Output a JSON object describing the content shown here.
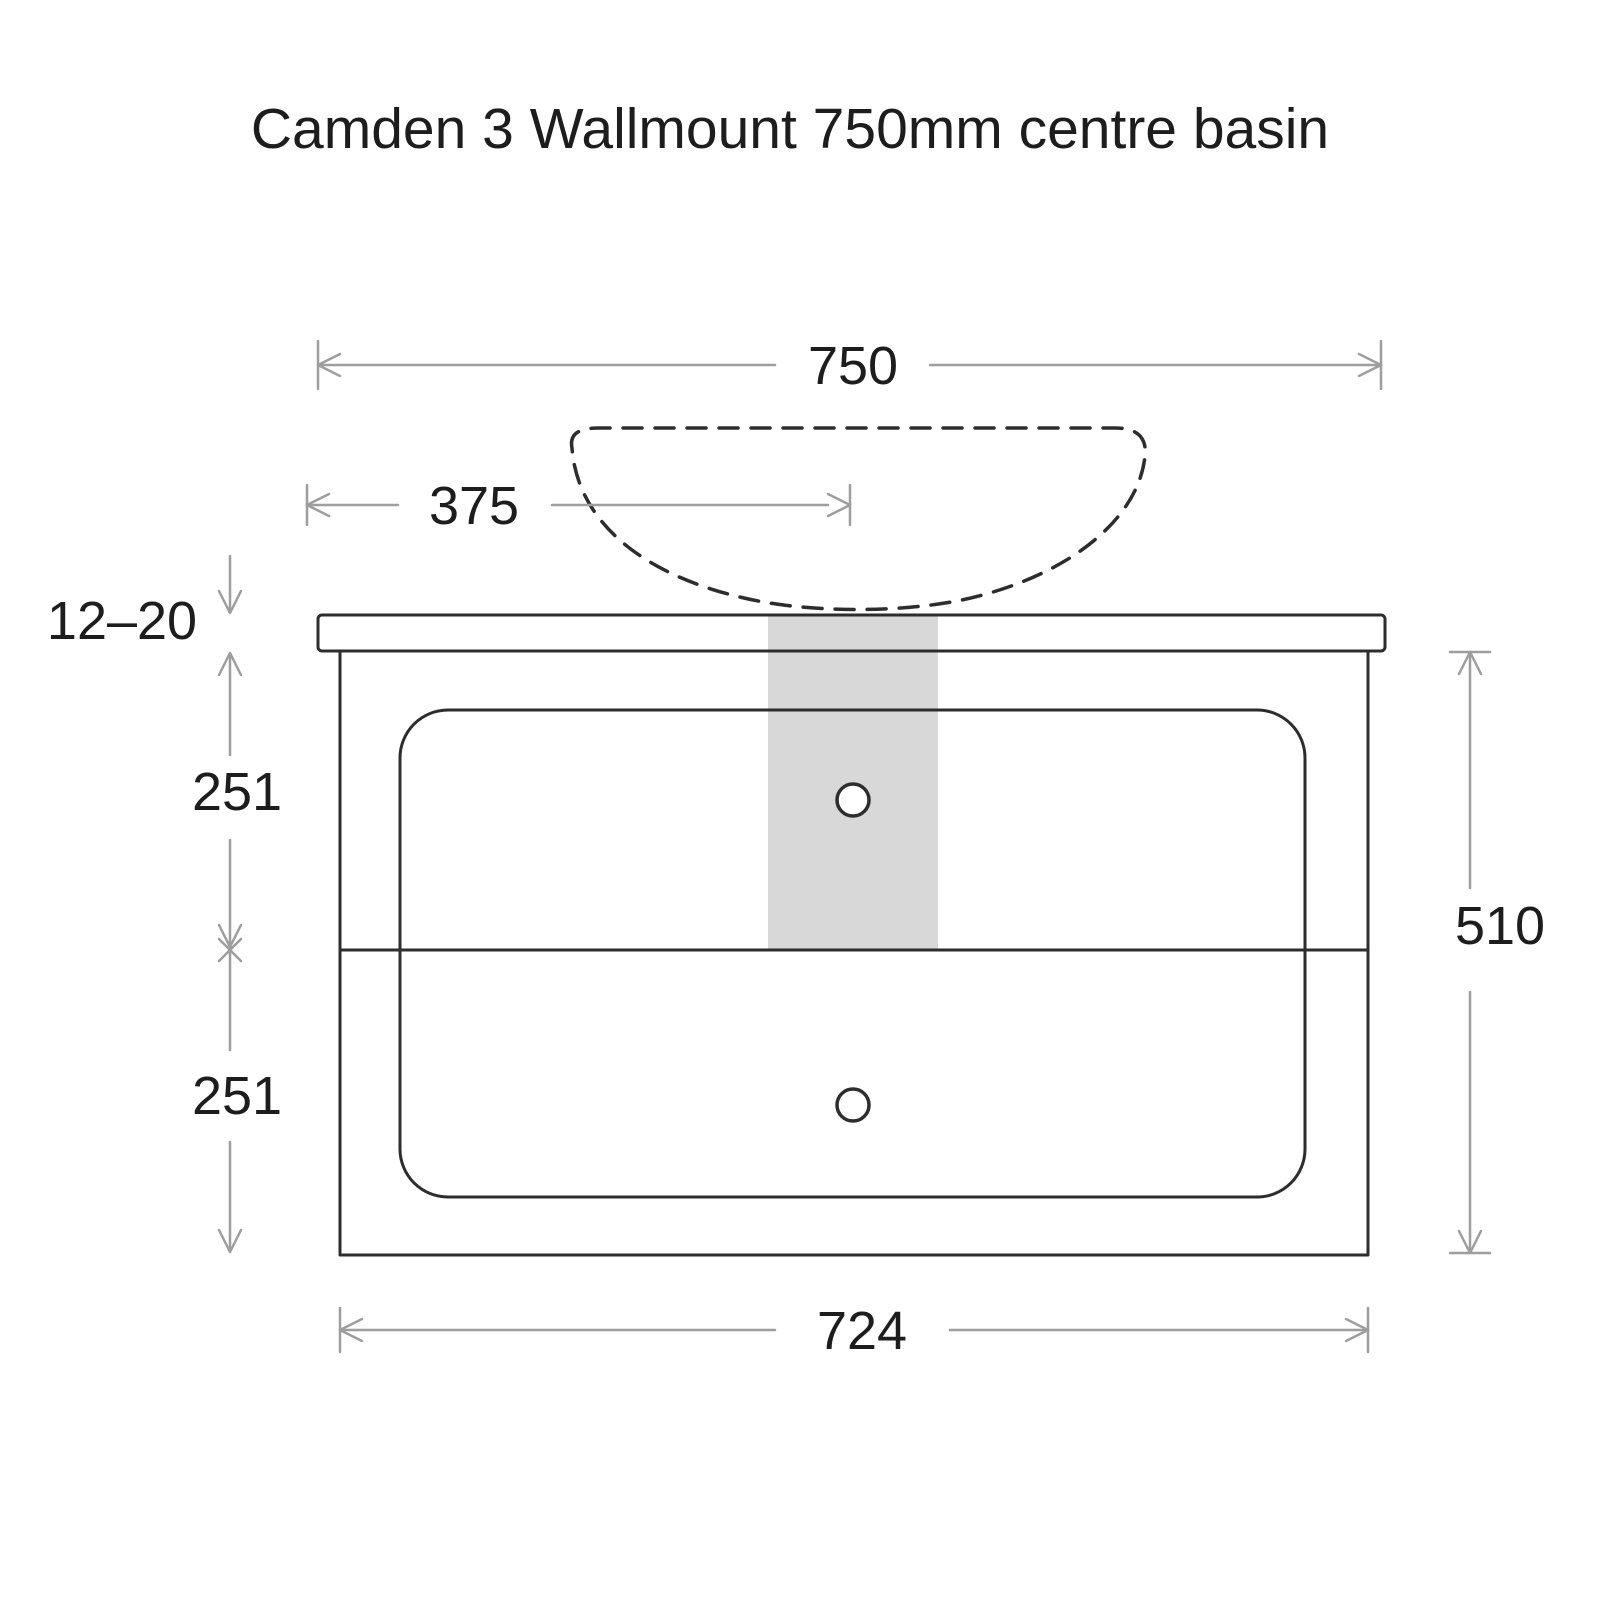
{
  "title": "Camden 3 Wallmount 750mm centre basin",
  "dimensions": {
    "overall_width": "750",
    "basin_centre_offset": "375",
    "countertop_thickness": "12–20",
    "top_drawer_height": "251",
    "bottom_drawer_height": "251",
    "cabinet_height": "510",
    "cabinet_width": "724"
  },
  "colors": {
    "background": "#ffffff",
    "outline": "#2d2d2d",
    "dimension_line": "#9e9e9e",
    "text": "#1d1d1d",
    "highlight_strip": "#d8d8d8"
  }
}
